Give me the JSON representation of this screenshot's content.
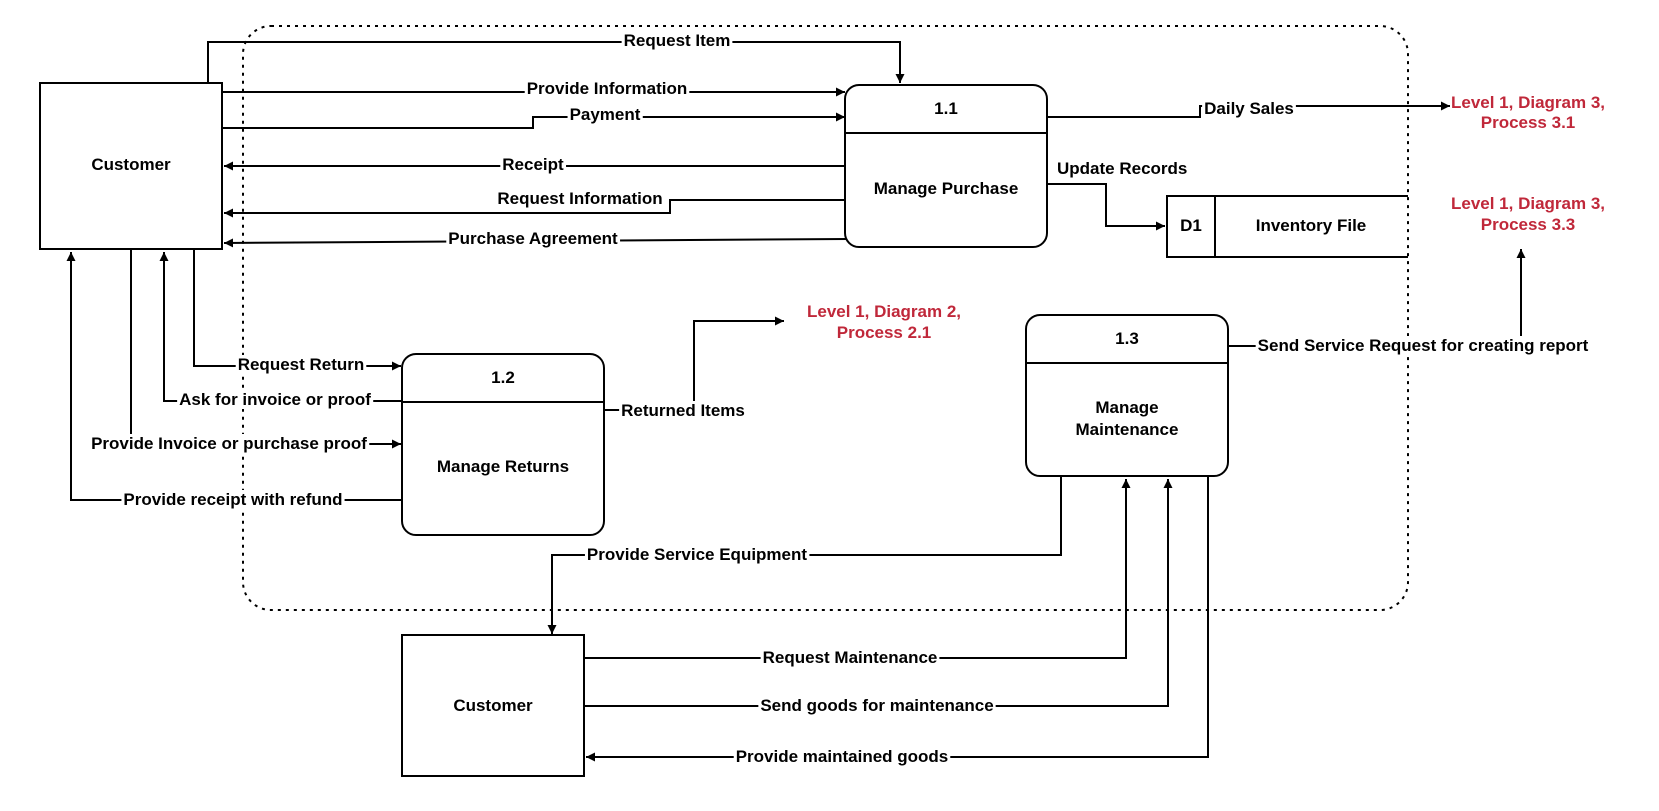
{
  "entities": {
    "customer_top": "Customer",
    "customer_bottom": "Customer"
  },
  "processes": {
    "p11": {
      "id": "1.1",
      "name": "Manage Purchase"
    },
    "p12": {
      "id": "1.2",
      "name": "Manage Returns"
    },
    "p13": {
      "id": "1.3",
      "name_line1": "Manage",
      "name_line2": "Maintenance"
    }
  },
  "datastore": {
    "id": "D1",
    "name": "Inventory File"
  },
  "references": {
    "ref_31": {
      "line1": "Level 1, Diagram 3,",
      "line2": "Process 3.1"
    },
    "ref_33": {
      "line1": "Level 1, Diagram 3,",
      "line2": "Process 3.3"
    },
    "ref_21": {
      "line1": "Level 1, Diagram 2,",
      "line2": "Process 2.1"
    }
  },
  "flows": {
    "request_item": "Request Item",
    "provide_information": "Provide Information",
    "payment": "Payment",
    "receipt": "Receipt",
    "request_information": "Request Information",
    "purchase_agreement": "Purchase Agreement",
    "daily_sales": "Daily Sales",
    "update_records": "Update Records",
    "request_return": "Request Return",
    "ask_invoice": "Ask for invoice or proof",
    "provide_invoice": "Provide Invoice or purchase proof",
    "provide_receipt_refund": "Provide receipt with refund",
    "returned_items": "Returned Items",
    "send_service_request": "Send Service Request for creating report",
    "provide_service_equipment": "Provide Service Equipment",
    "request_maintenance": "Request Maintenance",
    "send_goods": "Send goods for maintenance",
    "provide_maintained_goods": "Provide maintained goods"
  }
}
